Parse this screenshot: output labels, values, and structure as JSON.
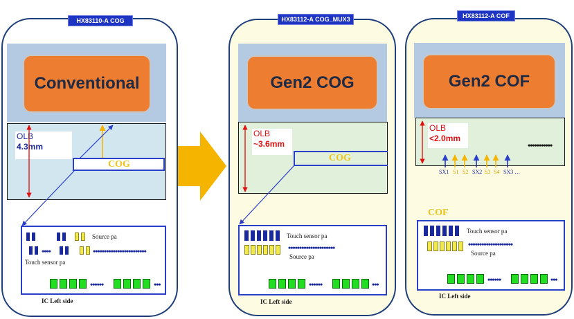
{
  "panels": [
    {
      "title": "HX83110-A COG",
      "label": "Conventional",
      "olb": "OLB",
      "olb_value": "4.3mm",
      "cog_label": "COG",
      "source_label": "Source pa",
      "touch_label": "Touch sensor pa",
      "ic_side": "IC Left side"
    },
    {
      "title": "HX83112-A COG_MUX3",
      "label": "Gen2 COG",
      "olb": "OLB",
      "olb_value": "~3.6mm",
      "cog_label": "COG",
      "touch_label": "Touch sensor pa",
      "source_label": "Source pa",
      "ic_side": "IC Left side"
    },
    {
      "title": "HX83112-A COF",
      "label": "Gen2 COF",
      "olb": "OLB",
      "olb_value": "<2.0mm",
      "cof_label": "COF",
      "touch_label": "Touch sensor pa",
      "source_label": "Source pa",
      "ic_side": "IC Left side",
      "sx_labels": [
        "SX1",
        "S1",
        "S2",
        "SX2",
        "S3",
        "S4",
        "SX3 …"
      ]
    }
  ],
  "colors": {
    "title_bg": "#1e35c4",
    "hero": "#ed7d31",
    "arrow": "#f5b400",
    "pad_blue": "#1a2a9e",
    "pad_yellow": "#f2e94b",
    "pad_green": "#22dd22",
    "red": "#e01010"
  }
}
